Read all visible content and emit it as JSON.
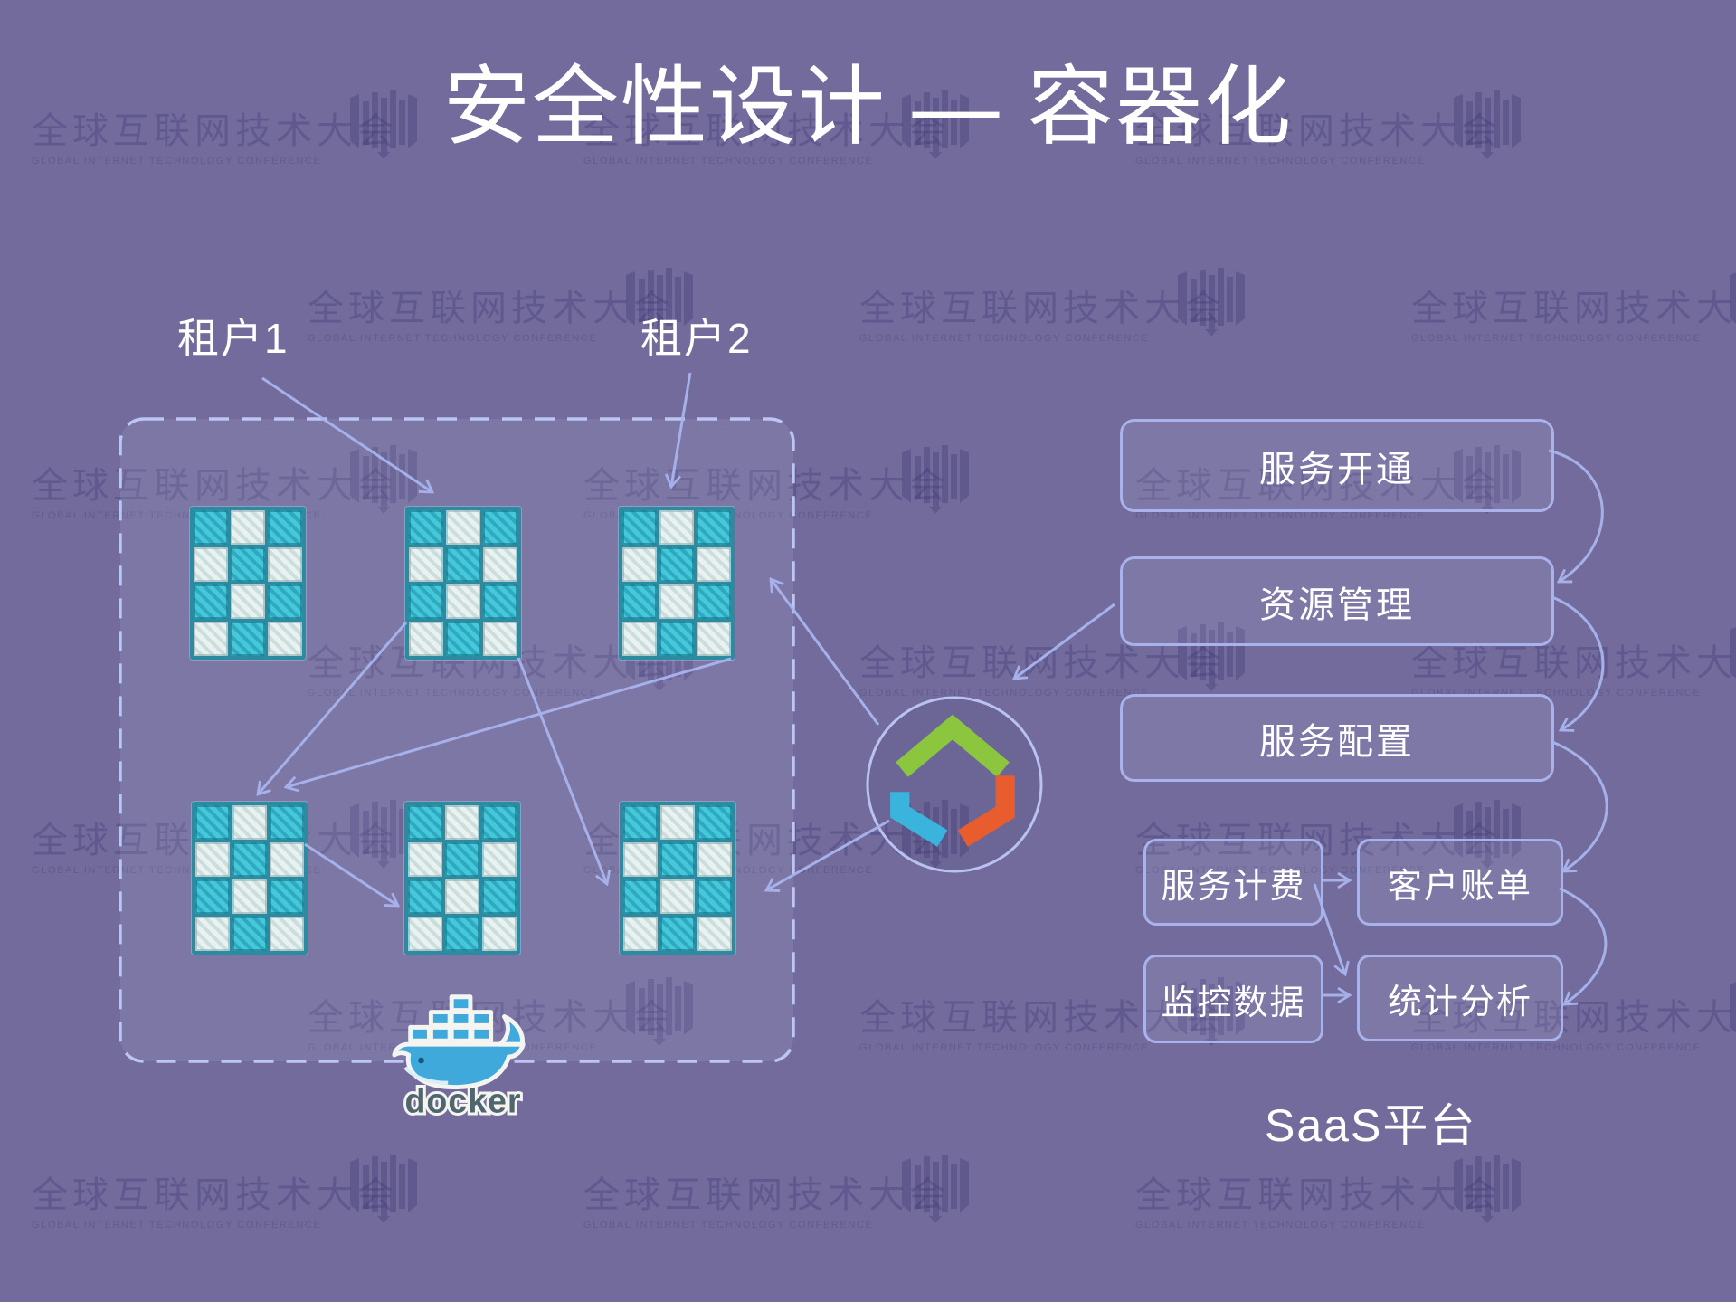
{
  "title": "安全性设计 — 容器化",
  "watermark": {
    "cn": "全球互联网技术大会",
    "en": "GLOBAL INTERNET TECHNOLOGY CONFERENCE"
  },
  "tenants": [
    {
      "label": "租户1"
    },
    {
      "label": "租户2"
    }
  ],
  "docker_label": "docker",
  "saas": {
    "platform_label": "SaaS平台",
    "flow": [
      "服务开通",
      "资源管理",
      "服务配置"
    ],
    "grid": [
      [
        "服务计费",
        "客户账单"
      ],
      [
        "监控数据",
        "统计分析"
      ]
    ]
  },
  "container_grids": {
    "rows": 4,
    "cols": 3,
    "legend": {
      "T": "teal container",
      "L": "light container"
    },
    "grids": [
      [
        "TLT",
        "LTL",
        "TLT",
        "LTL"
      ],
      [
        "TLT",
        "LTL",
        "TLT",
        "LTL"
      ],
      [
        "TLT",
        "LTL",
        "TLT",
        "LTL"
      ],
      [
        "TLT",
        "LTL",
        "TLT",
        "LTL"
      ],
      [
        "TLT",
        "LTL",
        "TLT",
        "LTL"
      ],
      [
        "TLT",
        "LTL",
        "TLT",
        "LTL"
      ]
    ]
  },
  "colors": {
    "background": "#726b9c",
    "arrow": "#a9b4ee",
    "dashed_border": "#bcc5f4",
    "box_border": "#a9b2ea",
    "tile_teal": "#3fc2d6",
    "tile_light": "#dfeae9",
    "tile_frame": "#2d8ba1",
    "cube_green": "#8cc63f",
    "cube_blue": "#3ab4dd",
    "cube_orange": "#e85c2e",
    "docker_blue": "#3fa9dc"
  }
}
